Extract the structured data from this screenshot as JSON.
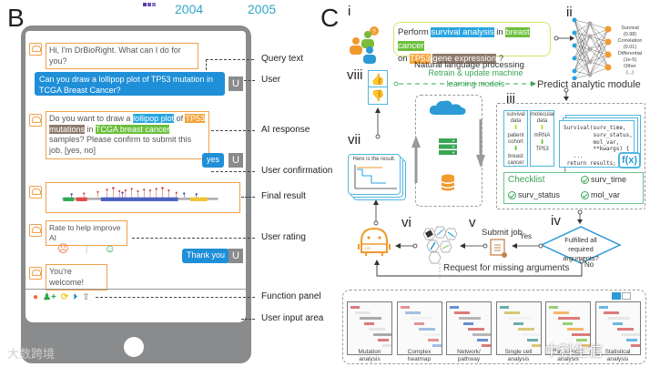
{
  "header": {
    "years": [
      "2004",
      "2005"
    ],
    "legend_colors": [
      "#5b3b9e",
      "#6f55b8",
      "#8b80c8"
    ]
  },
  "panel_b": {
    "letter": "B",
    "chat": {
      "greeting": "Hi, I'm DrBioRight. What can I do for you?",
      "user_query": "Can you draw a lollipop plot of  TP53 mutation in TCGA Breast Cancer?",
      "ai_response": {
        "p1": "Do you want to draw a ",
        "hl1": "lollipop plot",
        "p2": " of ",
        "hl2": "TP53",
        "p3": " ",
        "hl3": "mutations",
        "p4": " in ",
        "hl4": "TCGA breast cancer",
        "p5": " samples? Please confirm to submit this job. [yes, no]"
      },
      "user_confirm": "yes",
      "rating_prompt": "Rate to help improve AI",
      "rating_bad": "☹",
      "rating_good": "☺",
      "user_thanks": "Thank you",
      "ai_closing": "You're welcome!",
      "user_avatar": "U"
    },
    "function_panel": [
      {
        "icon": "microphone-icon",
        "glyph": "🎙",
        "color": "#f26b3a"
      },
      {
        "icon": "add-user-icon",
        "glyph": "👤+",
        "color": "#2fa84f"
      },
      {
        "icon": "refresh-icon",
        "glyph": "⟳",
        "color": "#f5c518"
      },
      {
        "icon": "play-icon",
        "glyph": "▶",
        "color": "#1f8fd8"
      },
      {
        "icon": "upload-icon",
        "glyph": "⇪",
        "color": "#777777"
      }
    ],
    "callouts": {
      "query_text": "Query text",
      "user": "User",
      "ai_response": "AI response",
      "user_confirmation": "User confirmation",
      "final_result": "Final result",
      "user_rating": "User rating",
      "function_panel": "Function panel",
      "user_input_area": "User input area"
    }
  },
  "panel_c": {
    "letter": "C",
    "steps": {
      "i": "i",
      "ii": "ii",
      "iii": "iii",
      "iv": "iv",
      "v": "v",
      "vi": "vi",
      "vii": "vii",
      "viii": "viii"
    },
    "query": {
      "p1": "Perform ",
      "hl1": "survival analysis",
      "p2": " in ",
      "hl2": "breast cancer",
      "p3": "on ",
      "hl3": "TP53",
      "p4": " ",
      "hl4": "gene expression",
      "p5": " ?"
    },
    "question_bubble": "?",
    "nlp_label": "Natural language processing",
    "nn_outputs": [
      {
        "label": "Survival",
        "score": "(0.98)"
      },
      {
        "label": "Correlation",
        "score": "(0.01)"
      },
      {
        "label": "Differential",
        "score": "(1e-5)"
      },
      {
        "label": "Other",
        "score": "(...)"
      }
    ],
    "predict_label": "Predict analytic module",
    "retrain_label": "Retrain & update machine learning models",
    "result_card_text": "Here is the result.",
    "data_flow_left": [
      "survival data",
      "patient cohort",
      "breast cancer"
    ],
    "data_flow_right": [
      "molecular data",
      "mRNA",
      "TP53"
    ],
    "code": "Survival(surv_time,\n         surv_status,\n         mol_var,\n         **kwargs) {\n   ...\n return results;\n}",
    "fx_label": "f(x)",
    "checklist": {
      "title": "Checklist",
      "items": [
        "surv_time",
        "surv_status",
        "mol_var"
      ]
    },
    "decision": "Fulfilled all required arguments?",
    "yes_label": "Yes",
    "no_label": "No",
    "submit_label": "Submit job",
    "missing_label": "Request for missing arguments",
    "bot_label": "DR",
    "gallery": [
      {
        "line1": "Mutation",
        "line2": "analysis"
      },
      {
        "line1": "Complex",
        "line2": "heatmap"
      },
      {
        "line1": "Network/",
        "line2": "pathway"
      },
      {
        "line1": "Single cell",
        "line2": "analysis"
      },
      {
        "line1": "Pan-cancer",
        "line2": "analysis"
      },
      {
        "line1": "Statistical",
        "line2": "analysis"
      }
    ]
  },
  "watermarks": {
    "left": "大数跨境",
    "right": "中科生信"
  }
}
